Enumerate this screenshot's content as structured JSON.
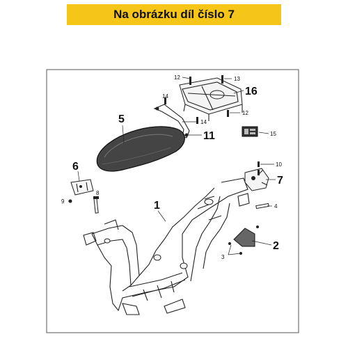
{
  "header": {
    "title": "Na obrázku díl číslo 7"
  },
  "colors": {
    "banner": "#f5c518",
    "line": "#222222"
  },
  "callouts": {
    "c1": "1",
    "c2": "2",
    "c3": "3",
    "c4": "4",
    "c5": "5",
    "c6": "6",
    "c7": "7",
    "c8": "8",
    "c9": "9",
    "c10": "10",
    "c11": "11",
    "c12a": "12",
    "c12b": "12",
    "c13": "13",
    "c14a": "14",
    "c14b": "14",
    "c15": "15",
    "c16": "16"
  }
}
